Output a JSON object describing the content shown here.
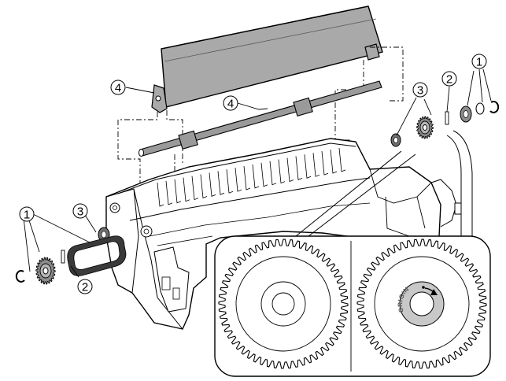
{
  "callouts": {
    "c1_left": "1",
    "c2_left": "2",
    "c3_left": "3",
    "c4_top": "4",
    "c4_shaft": "4",
    "c3_right": "3",
    "c2_right": "2",
    "c1_right": "1"
  },
  "detail": {
    "origin_label": "ORIGIN"
  },
  "colors": {
    "cover_fill": "#a9a9a9",
    "shaft_fill": "#9a9a9a",
    "gear_fill": "#8c8c8c",
    "line": "#000000"
  }
}
